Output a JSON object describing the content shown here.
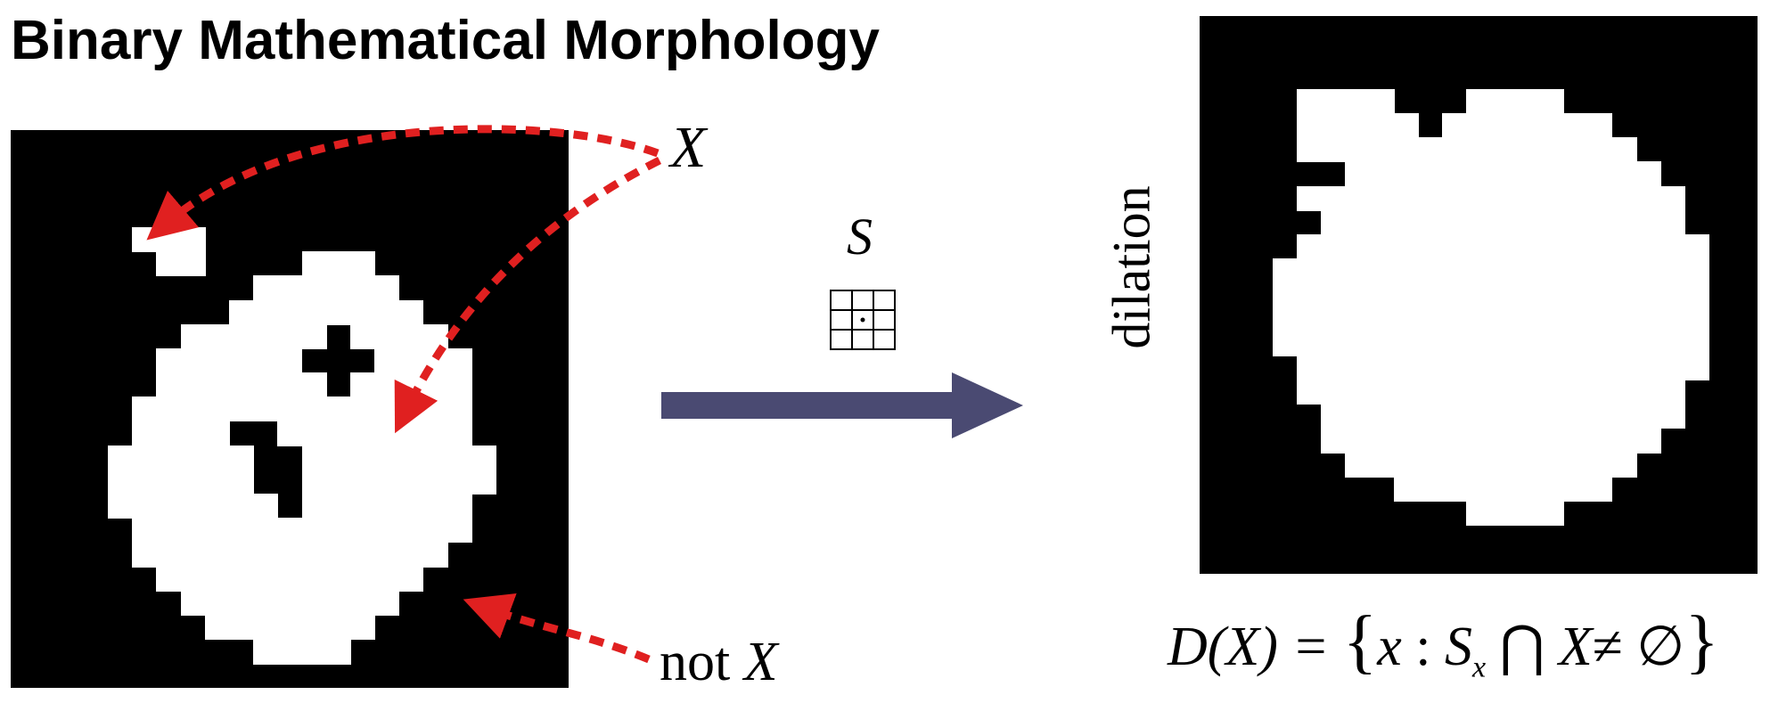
{
  "title": "Binary Mathematical Morphology",
  "labels": {
    "x": "X",
    "not_word": "not",
    "not_x": "X",
    "structuring_element": "S",
    "operation": "dilation"
  },
  "formula": {
    "lhs": "D(X) = ",
    "open_brace": "{",
    "var": "x",
    "colon": " : ",
    "s": "S",
    "s_sub": "x",
    "cap": " ⋂ ",
    "x": "X",
    "neq_empty": "≠ ∅",
    "close_brace": "}"
  },
  "colors": {
    "foreground": "#ffffff",
    "background": "#000000",
    "annotation_arrow": "#e02020",
    "process_arrow": "#4a4a72"
  },
  "input_image": {
    "cols": 23,
    "rows": 23,
    "foreground_runs": [
      [],
      [],
      [],
      [],
      [
        [
          5,
          7
        ]
      ],
      [
        [
          6,
          7
        ],
        [
          12,
          14
        ]
      ],
      [
        [
          10,
          15
        ]
      ],
      [
        [
          9,
          16
        ]
      ],
      [
        [
          7,
          17
        ]
      ],
      [
        [
          6,
          18
        ]
      ],
      [
        [
          6,
          18
        ]
      ],
      [
        [
          5,
          18
        ]
      ],
      [
        [
          5,
          18
        ]
      ],
      [
        [
          4,
          19
        ]
      ],
      [
        [
          4,
          19
        ]
      ],
      [
        [
          4,
          18
        ]
      ],
      [
        [
          5,
          18
        ]
      ],
      [
        [
          5,
          17
        ]
      ],
      [
        [
          6,
          16
        ]
      ],
      [
        [
          7,
          15
        ]
      ],
      [
        [
          8,
          14
        ]
      ],
      [
        [
          10,
          13
        ]
      ],
      []
    ],
    "holes": [
      [
        8,
        13
      ],
      [
        9,
        12
      ],
      [
        9,
        13
      ],
      [
        9,
        14
      ],
      [
        10,
        13
      ],
      [
        12,
        9
      ],
      [
        12,
        10
      ],
      [
        13,
        10
      ],
      [
        13,
        11
      ],
      [
        14,
        10
      ],
      [
        14,
        11
      ],
      [
        15,
        11
      ]
    ]
  },
  "output_image": {
    "cols": 23,
    "rows": 23,
    "foreground_runs": [
      [],
      [],
      [],
      [
        [
          4,
          7
        ],
        [
          11,
          14
        ]
      ],
      [
        [
          4,
          8
        ],
        [
          10,
          16
        ]
      ],
      [
        [
          4,
          17
        ]
      ],
      [
        [
          4,
          18
        ]
      ],
      [
        [
          4,
          19
        ]
      ],
      [
        [
          5,
          19
        ]
      ],
      [
        [
          4,
          20
        ]
      ],
      [
        [
          3,
          20
        ]
      ],
      [
        [
          3,
          20
        ]
      ],
      [
        [
          3,
          20
        ]
      ],
      [
        [
          3,
          20
        ]
      ],
      [
        [
          4,
          20
        ]
      ],
      [
        [
          4,
          19
        ]
      ],
      [
        [
          5,
          19
        ]
      ],
      [
        [
          5,
          18
        ]
      ],
      [
        [
          6,
          17
        ]
      ],
      [
        [
          8,
          16
        ]
      ],
      [
        [
          11,
          14
        ]
      ],
      [],
      []
    ],
    "holes": [
      [
        6,
        4
      ],
      [
        6,
        5
      ]
    ]
  },
  "structuring_grid": {
    "size": 3
  }
}
